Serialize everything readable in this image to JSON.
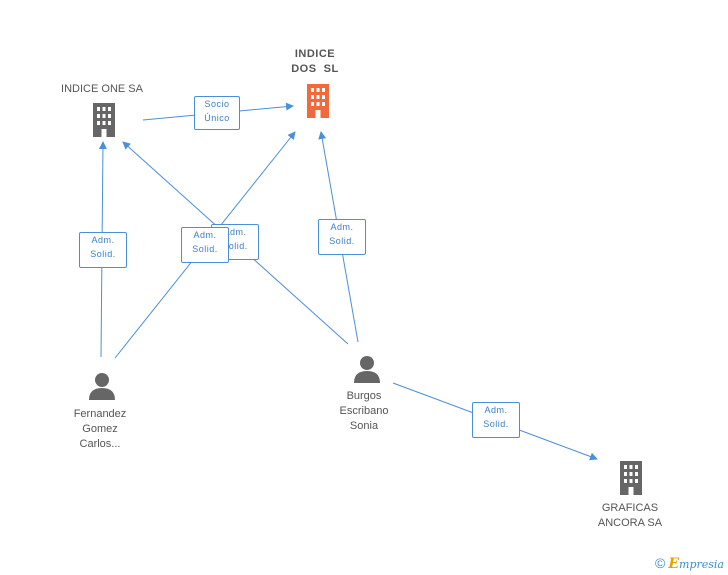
{
  "colors": {
    "edge": "#4a90d9",
    "building_main": "#f26a3c",
    "building": "#666666",
    "person": "#666666",
    "text": "#555555"
  },
  "nodes": {
    "indice_one": {
      "label": "INDICE ONE SA",
      "icon": "building-icon"
    },
    "indice_dos": {
      "label_line1": "INDICE",
      "label_line2": "DOS  SL",
      "icon": "building-icon"
    },
    "fernandez": {
      "line1": "Fernandez",
      "line2": "Gomez",
      "line3": "Carlos...",
      "icon": "person-icon"
    },
    "burgos": {
      "line1": "Burgos",
      "line2": "Escribano",
      "line3": "Sonia",
      "icon": "person-icon"
    },
    "graficas": {
      "line1": "GRAFICAS",
      "line2": "ANCORA SA",
      "icon": "building-icon"
    }
  },
  "edges": {
    "socio": {
      "line1": "Socio",
      "line2": "Único"
    },
    "fernandez_one": {
      "line1": "Adm.",
      "line2": "Solid."
    },
    "burgos_one": {
      "line1": "Adm.",
      "line2": "Solid."
    },
    "fernandez_dos": {
      "line1": "Adm.",
      "line2": "Solid."
    },
    "burgos_dos": {
      "line1": "Adm.",
      "line2": "Solid."
    },
    "burgos_graficas": {
      "line1": "Adm.",
      "line2": "Solid."
    }
  },
  "footer": {
    "copyright": "©",
    "brand_e": "E",
    "brand_rest": "mpresia"
  }
}
